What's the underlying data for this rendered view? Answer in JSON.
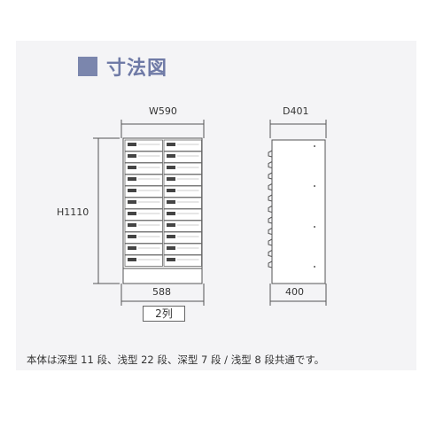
{
  "title": "寸法図",
  "front": {
    "width_label": "W590",
    "height_label": "H1110",
    "inner_width_label": "588",
    "columns_label": "2列",
    "columns": 2,
    "rows": 11
  },
  "side": {
    "depth_label": "D401",
    "inner_depth_label": "400"
  },
  "note": "本体は深型 11 段、浅型 22 段、深型 7 段 / 浅型 8 段共通です。",
  "colors": {
    "title_accent": "#7b86ad",
    "background_panel": "#f4f4f6"
  }
}
